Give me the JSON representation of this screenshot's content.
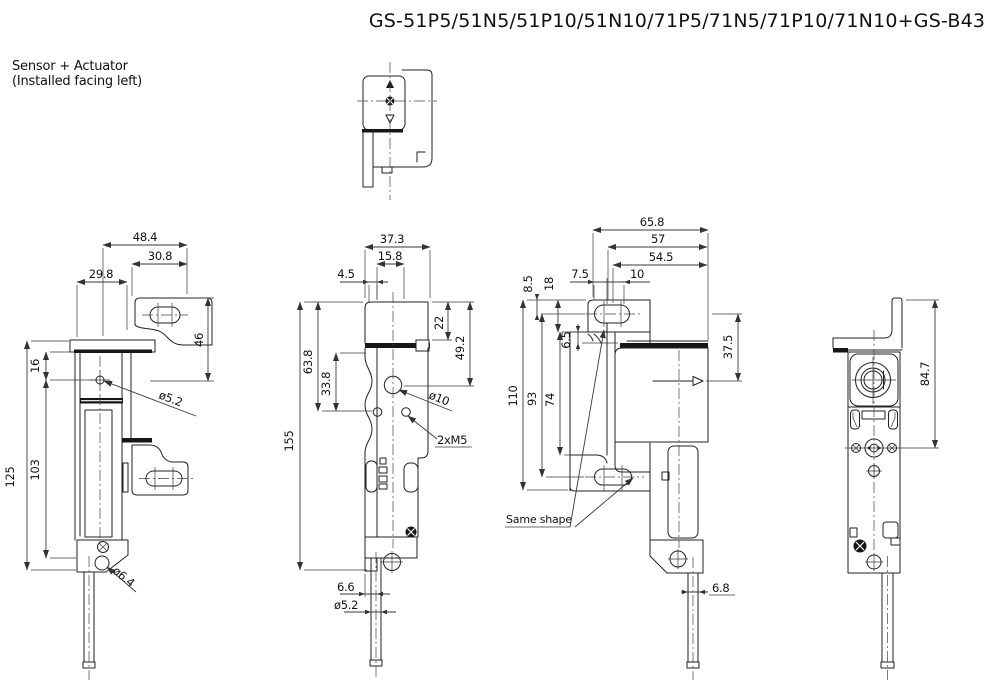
{
  "title": "GS-51P5/51N5/51P10/51N10/71P5/71N5/71P10/71N10+GS-B43",
  "note": {
    "line1": "Sensor + Actuator",
    "line2": "(Installed facing left)"
  },
  "colors": {
    "line": "#1a1a1a",
    "background": "#ffffff"
  },
  "views": {
    "view1": {
      "dims": {
        "d48_4": "48.4",
        "d30_8": "30.8",
        "d29_8": "29.8",
        "d46": "46",
        "d16": "16",
        "d103": "103",
        "d125": "125",
        "dia5_2": "ø5.2",
        "dia6_4": "ø6.4"
      }
    },
    "view2": {
      "dims": {
        "d37_3": "37.3",
        "d15_8": "15.8",
        "d4_5": "4.5",
        "d63_8": "63.8",
        "d33_8": "33.8",
        "d155": "155",
        "d22": "22",
        "d49_2": "49.2",
        "dia10": "ø10",
        "screws": "2xM5",
        "d6_6": "6.6",
        "dia5_2": "ø5.2"
      }
    },
    "view3": {
      "dims": {
        "d65_8": "65.8",
        "d57": "57",
        "d54_5": "54.5",
        "d7_5": "7.5",
        "d10": "10",
        "d8_5": "8.5",
        "d18": "18",
        "d6_5": "6.5",
        "d110": "110",
        "d93": "93",
        "d74": "74",
        "d37_5": "37.5",
        "d6_8": "6.8"
      },
      "labels": {
        "same_shape": "Same shape"
      }
    },
    "view4": {
      "dims": {
        "d84_7": "84.7"
      }
    }
  }
}
